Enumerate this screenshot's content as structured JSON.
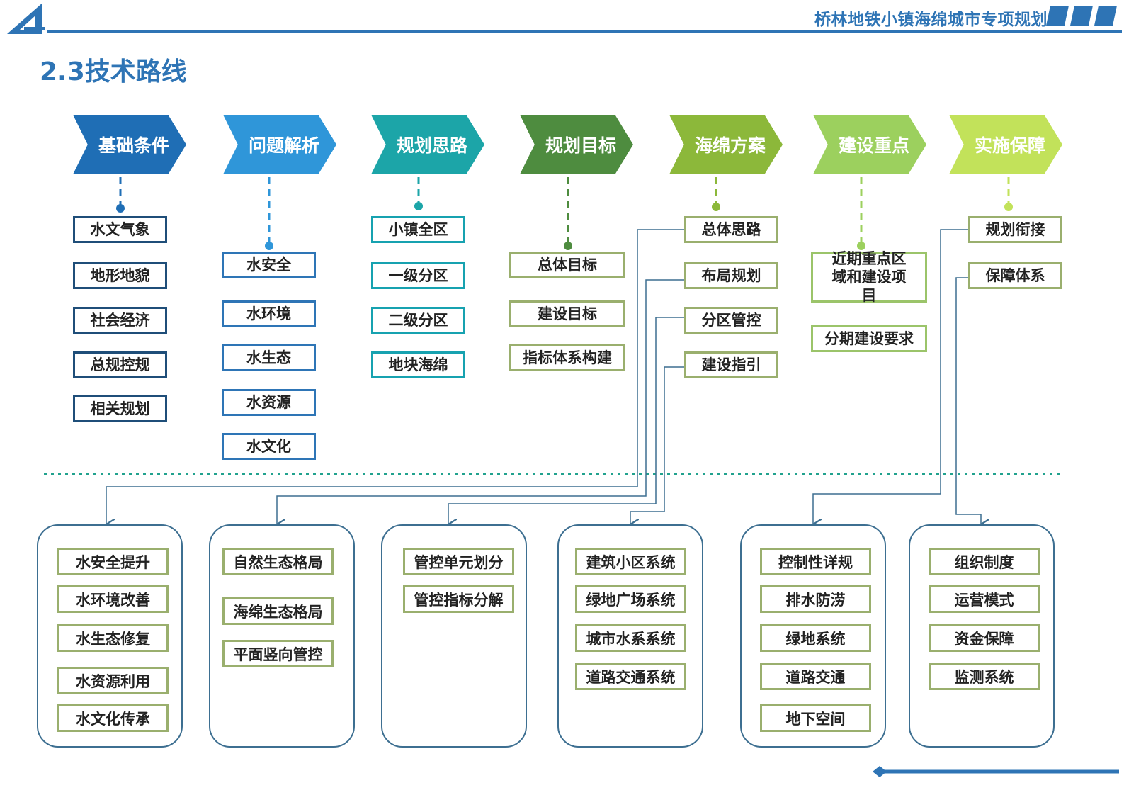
{
  "header": {
    "title": "桥林地铁小镇海绵城市专项规划"
  },
  "page": {
    "title": "2.3技术路线"
  },
  "colors": {
    "header_blue": "#2e74b5",
    "steps": [
      "#1f6eb5",
      "#2f96d9",
      "#1ca5a8",
      "#4e8c3f",
      "#8cb83a",
      "#9cd05e",
      "#c2e25a"
    ],
    "panel_border": "#3d6f91",
    "divider": "#21a28e"
  },
  "steps": [
    {
      "label": "基础条件",
      "items": [
        "水文气象",
        "地形地貌",
        "社会经济",
        "总规控规",
        "相关规划"
      ]
    },
    {
      "label": "问题解析",
      "items": [
        "水安全",
        "水环境",
        "水生态",
        "水资源",
        "水文化"
      ]
    },
    {
      "label": "规划思路",
      "items": [
        "小镇全区",
        "一级分区",
        "二级分区",
        "地块海绵"
      ]
    },
    {
      "label": "规划目标",
      "items": [
        "总体目标",
        "建设目标",
        "指标体系构建"
      ]
    },
    {
      "label": "海绵方案",
      "items": [
        "总体思路",
        "布局规划",
        "分区管控",
        "建设指引"
      ]
    },
    {
      "label": "建设重点",
      "items": [
        "近期重点区域和建设项目",
        "分期建设要求"
      ]
    },
    {
      "label": "实施保障",
      "items": [
        "规划衔接",
        "保障体系"
      ]
    }
  ],
  "panels": [
    {
      "items": [
        "水安全提升",
        "水环境改善",
        "水生态修复",
        "水资源利用",
        "水文化传承"
      ]
    },
    {
      "items": [
        "自然生态格局",
        "海绵生态格局",
        "平面竖向管控"
      ]
    },
    {
      "items": [
        "管控单元划分",
        "管控指标分解"
      ]
    },
    {
      "items": [
        "建筑小区系统",
        "绿地广场系统",
        "城市水系系统",
        "道路交通系统"
      ]
    },
    {
      "items": [
        "控制性详规",
        "排水防涝",
        "绿地系统",
        "道路交通",
        "地下空间"
      ]
    },
    {
      "items": [
        "组织制度",
        "运营模式",
        "资金保障",
        "监测系统"
      ]
    }
  ]
}
